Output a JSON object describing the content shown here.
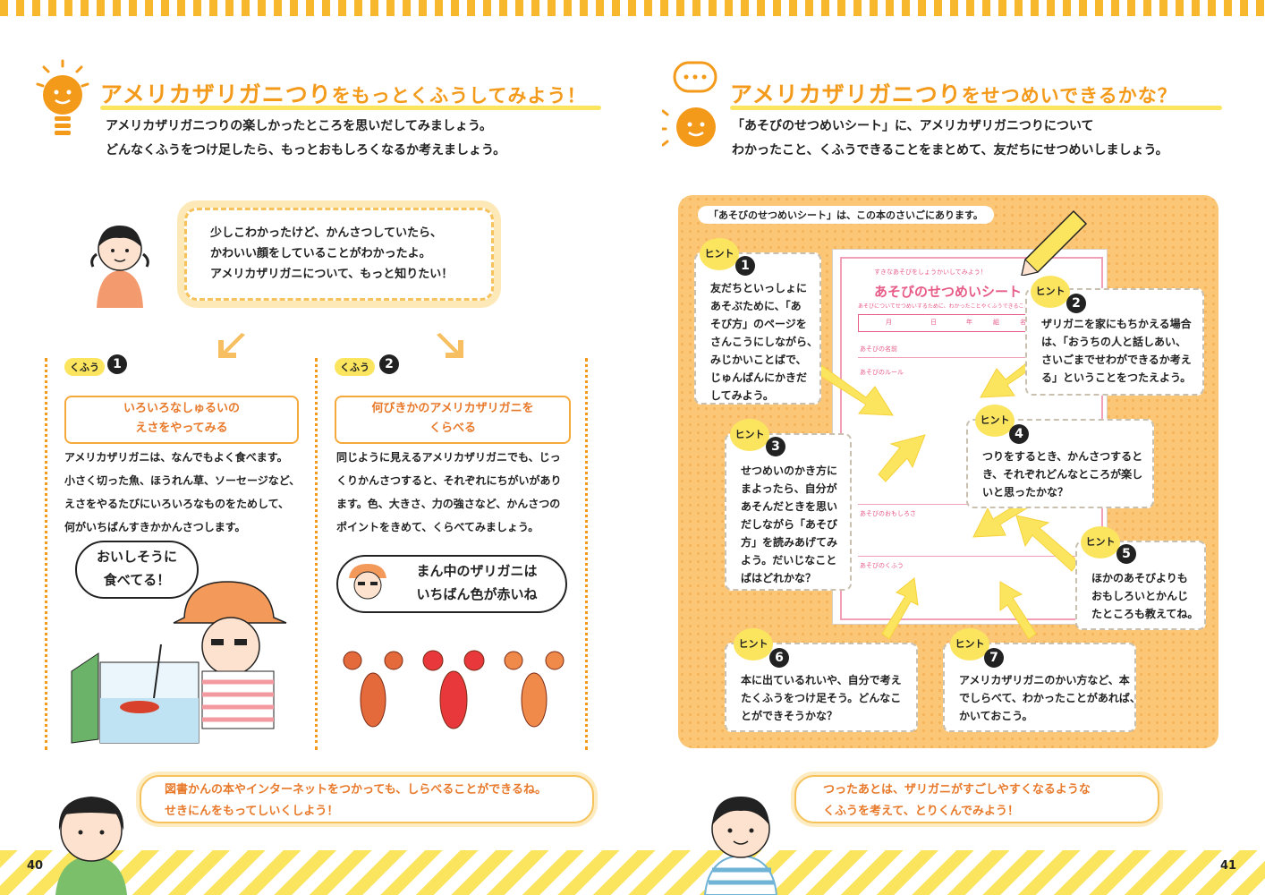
{
  "page_numbers": {
    "left": "40",
    "right": "41"
  },
  "left": {
    "title_main": "アメリカザリガニつり",
    "title_rest": "をもっとくふうしてみよう！",
    "lead": [
      "アメリカザリガニつりの楽しかったところを思いだしてみましょう。",
      "どんなくふうをつけ足したら、もっとおもしろくなるか考えましょう。"
    ],
    "child_bubble": [
      "少しこわかったけど、かんさつしていたら、",
      "かわいい顔をしていることがわかったよ。",
      "アメリカザリガニについて、もっと知りたい！"
    ],
    "kufu1": {
      "label": "くふう",
      "num": "1",
      "box": [
        "いろいろなしゅるいの",
        "えさをやってみる"
      ],
      "body": [
        "アメリカザリガニは、なんでもよく食べます。",
        "小さく切った魚、ほうれん草、ソーセージなど、",
        "えさをやるたびにいろいろなものをためして、",
        "何がいちばんすきかかんさつします。"
      ],
      "speech": [
        "おいしそうに",
        "食べてる！"
      ]
    },
    "kufu2": {
      "label": "くふう",
      "num": "2",
      "box": [
        "何びきかのアメリカザリガニを",
        "くらべる"
      ],
      "body": [
        "同じように見えるアメリカザリガニでも、じっ",
        "くりかんさつすると、それぞれにちがいがあり",
        "ます。色、大きさ、力の強さなど、かんさつの",
        "ポイントをきめて、くらべてみましょう。"
      ],
      "speech": [
        "まん中のザリガニは",
        "いちばん色が赤いね"
      ]
    },
    "note": [
      "図書かんの本やインターネットをつかっても、しらべることができるね。",
      "せきにんをもってしいくしよう！"
    ]
  },
  "right": {
    "title_main": "アメリカザリガニつり",
    "title_rest": "をせつめいできるかな？",
    "lead": [
      "「あそびのせつめいシート」に、アメリカザリガニつりについて",
      "わかったこと、くふうできることをまとめて、友だちにせつめいしましょう。"
    ],
    "panel_caption": "「あそびのせつめいシート」は、この本のさいごにあります。",
    "sheet": {
      "small_header": "すきなあそびをしょうかいしてみよう！",
      "title": "あそびのせつめいシート",
      "sub": "あそびについてせつめいするために、わかったことやくふうできることを…",
      "cols": [
        "月",
        "日",
        "年",
        "組",
        "名前"
      ],
      "fields": [
        "あそびの名前",
        "あそびのルール",
        "あそびのおもしろさ",
        "あそびのくふう"
      ]
    },
    "hint_label": "ヒント",
    "hints": [
      {
        "num": "1",
        "lines": [
          "友だちといっしょに",
          "あそぶために、「あ",
          "そび方」のページを",
          "さんこうにしながら、",
          "みじかいことばで、",
          "じゅんばんにかきだ",
          "してみよう。"
        ]
      },
      {
        "num": "2",
        "lines": [
          "ザリガニを家にもちかえる場合",
          "は、「おうちの人と話しあい、",
          "さいごまでせわができるか考え",
          "る」ということをつたえよう。"
        ]
      },
      {
        "num": "3",
        "lines": [
          "せつめいのかき方に",
          "まよったら、自分が",
          "あそんだときを思い",
          "だしながら「あそび",
          "方」を読みあげてみ",
          "よう。だいじなこと",
          "ばはどれかな？"
        ]
      },
      {
        "num": "4",
        "lines": [
          "つりをするとき、かんさつすると",
          "き、それぞれどんなところが楽し",
          "いと思ったかな？"
        ]
      },
      {
        "num": "5",
        "lines": [
          "ほかのあそびよりも",
          "おもしろいとかんじ",
          "たところも教えてね。"
        ]
      },
      {
        "num": "6",
        "lines": [
          "本に出ているれいや、自分で考え",
          "たくふうをつけ足そう。どんなこ",
          "とができそうかな？"
        ]
      },
      {
        "num": "7",
        "lines": [
          "アメリカザリガニのかい方など、本",
          "でしらべて、わかったことがあれば、",
          "かいておこう。"
        ]
      }
    ],
    "note": [
      "つったあとは、ザリガニがすごしやすくなるような",
      "くふうを考えて、とりくんでみよう！"
    ]
  },
  "colors": {
    "accent": "#f39a1a",
    "yellow": "#fbe55f",
    "panel": "#fbc777",
    "pink": "#e75b87"
  },
  "icons": [
    "lightbulb-icon",
    "speech-bubble-icon",
    "pencil-icon",
    "arrow-icon",
    "crayfish-icon"
  ]
}
